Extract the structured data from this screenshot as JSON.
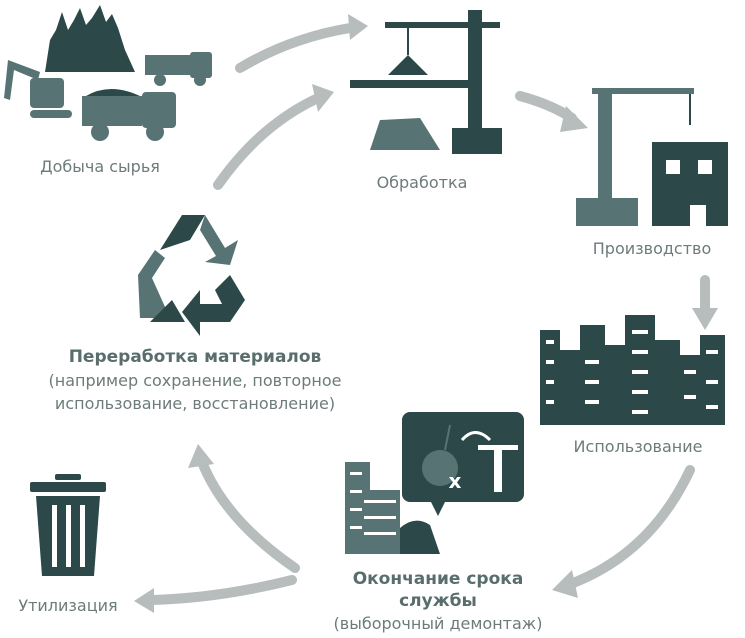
{
  "diagram": {
    "title": "Building materials lifecycle",
    "colors": {
      "dark": "#2c4848",
      "mid": "#587373",
      "arrow": "#b7bcbc",
      "text": "#6d7b7b"
    },
    "stages": {
      "extraction": "Добыча сырья",
      "processing": "Обработка",
      "production": "Производство",
      "use": "Использование",
      "end_of_life_line1": "Окончание срока",
      "end_of_life_line2": "службы",
      "end_of_life_note": "(выборочный демонтаж)",
      "disposal": "Утилизация",
      "recycling_title": "Переработка материалов",
      "recycling_note_line1": "(например сохранение, повторное",
      "recycling_note_line2": "использование, восстановление)"
    },
    "icons": {
      "x_mark": "x"
    }
  }
}
